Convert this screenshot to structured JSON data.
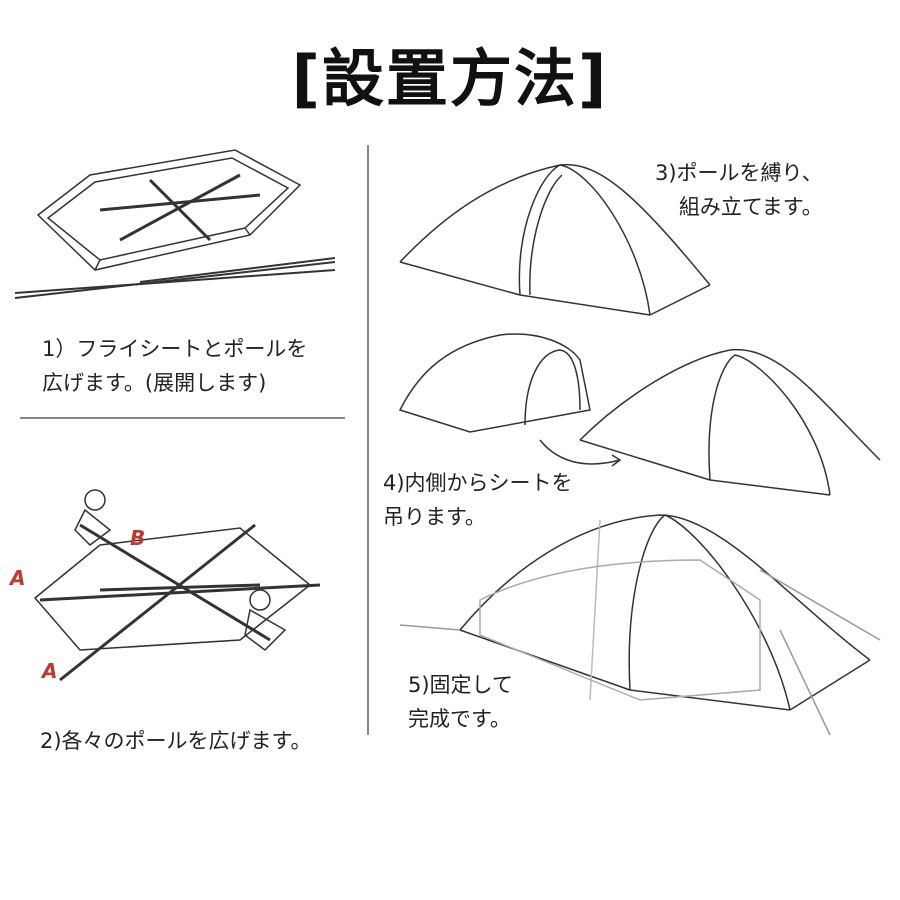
{
  "title": "[設置方法]",
  "steps": [
    {
      "line1": "1）フライシートとポールを",
      "line2": "広げます。(展開します)"
    },
    {
      "line1": "2)各々のポールを広げます。"
    },
    {
      "line1": "3)ポールを縛り、",
      "line2": "組み立てます。"
    },
    {
      "line1": "4)内側からシートを",
      "line2": "吊ります。"
    },
    {
      "line1": "5)固定して",
      "line2": "完成です。"
    }
  ],
  "markers": {
    "a1": "A",
    "b": "B",
    "a2": "A"
  },
  "colors": {
    "line": "#333333",
    "marker": "#c0392b",
    "divider": "#888888"
  }
}
